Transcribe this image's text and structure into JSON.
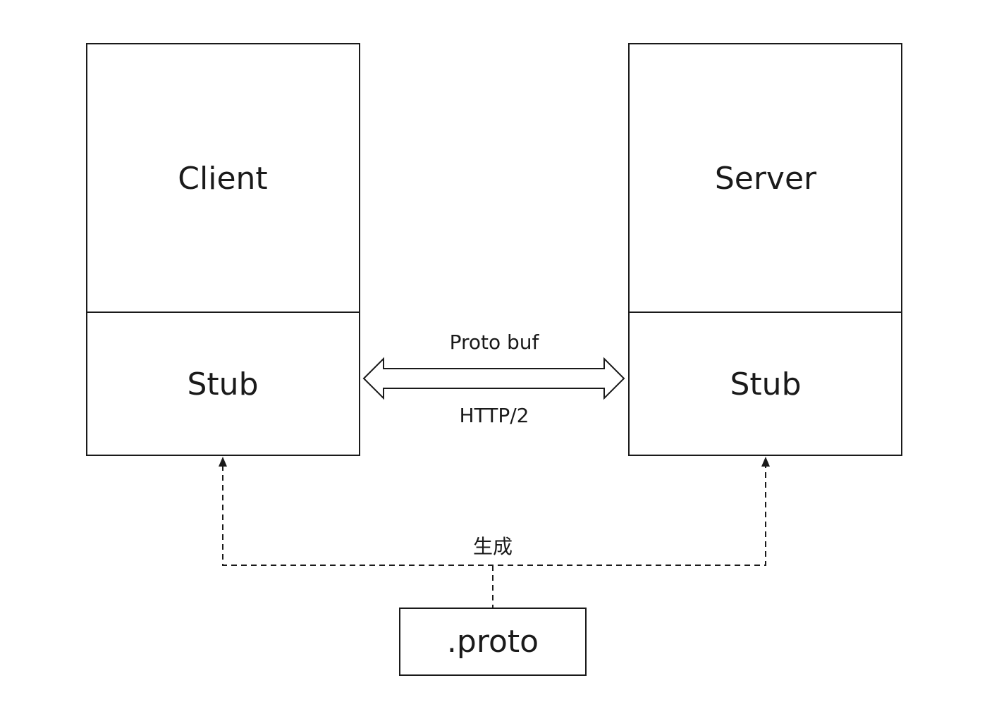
{
  "client": {
    "title": "Client",
    "stub": "Stub"
  },
  "server": {
    "title": "Server",
    "stub": "Stub"
  },
  "connection": {
    "top_label": "Proto buf",
    "bottom_label": "HTTP/2"
  },
  "generation": {
    "label": "生成"
  },
  "proto_file": {
    "label": ".proto"
  }
}
